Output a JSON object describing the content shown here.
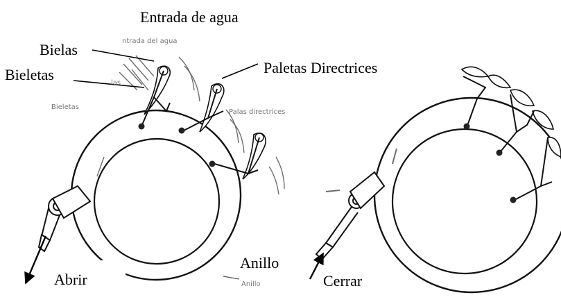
{
  "labels": {
    "entrada": "Entrada de agua",
    "bielas": "Bielas",
    "bieletas": "Bieletas",
    "paletas": "Paletas Directrices",
    "anillo": "Anillo",
    "abrir": "Abrir",
    "cerrar": "Cerrar"
  },
  "original_annotations": {
    "entrada_del_agua": "ntrada del agua",
    "las": "las",
    "bieletas": "Bieletas",
    "palas_directrices": "Palas directrices",
    "anillo": "Anillo"
  }
}
